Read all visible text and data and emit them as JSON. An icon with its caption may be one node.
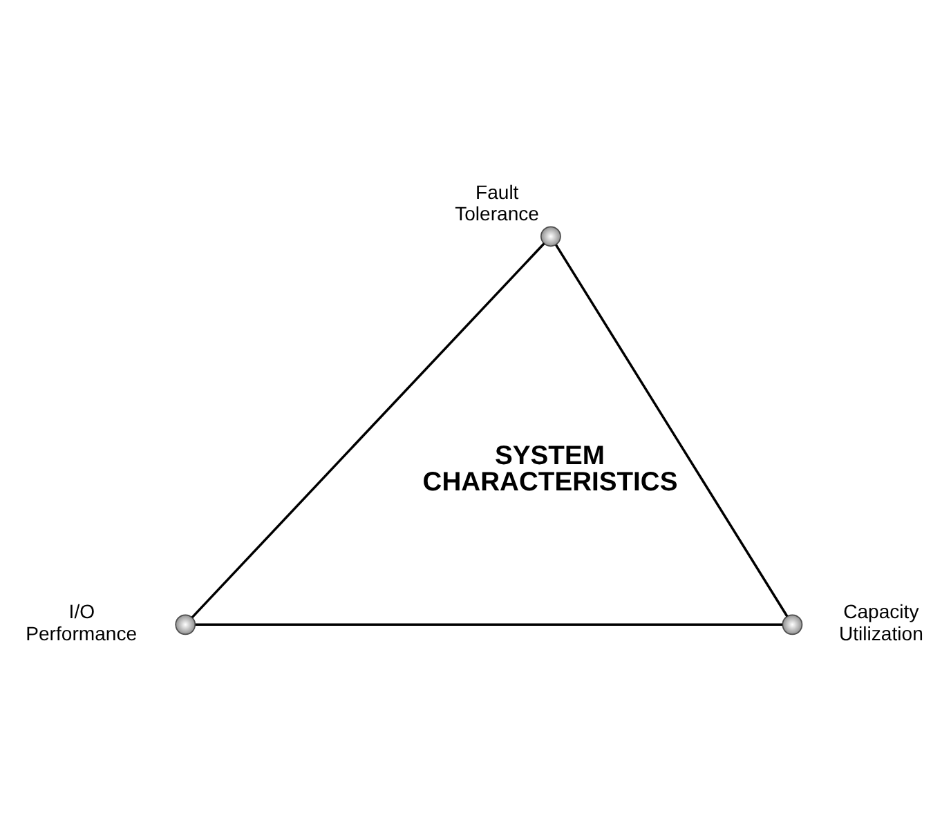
{
  "diagram": {
    "nodes": [
      {
        "text": [],
        "shape": "circle",
        "beside": [
          "Fault Tolerance"
        ]
      },
      {
        "text": [],
        "shape": "circle",
        "beside": [
          "I/O Performance"
        ]
      },
      {
        "text": [],
        "shape": "circle",
        "beside": [
          "Capacity Utilization"
        ]
      }
    ],
    "edges": [
      {
        "from": 0,
        "to": 1,
        "arrow": "none"
      },
      {
        "from": 0,
        "to": 2,
        "arrow": "none"
      },
      {
        "from": 1,
        "to": 2,
        "arrow": "none"
      }
    ],
    "labels": [
      "SYSTEM CHARACTERISTICS"
    ]
  }
}
